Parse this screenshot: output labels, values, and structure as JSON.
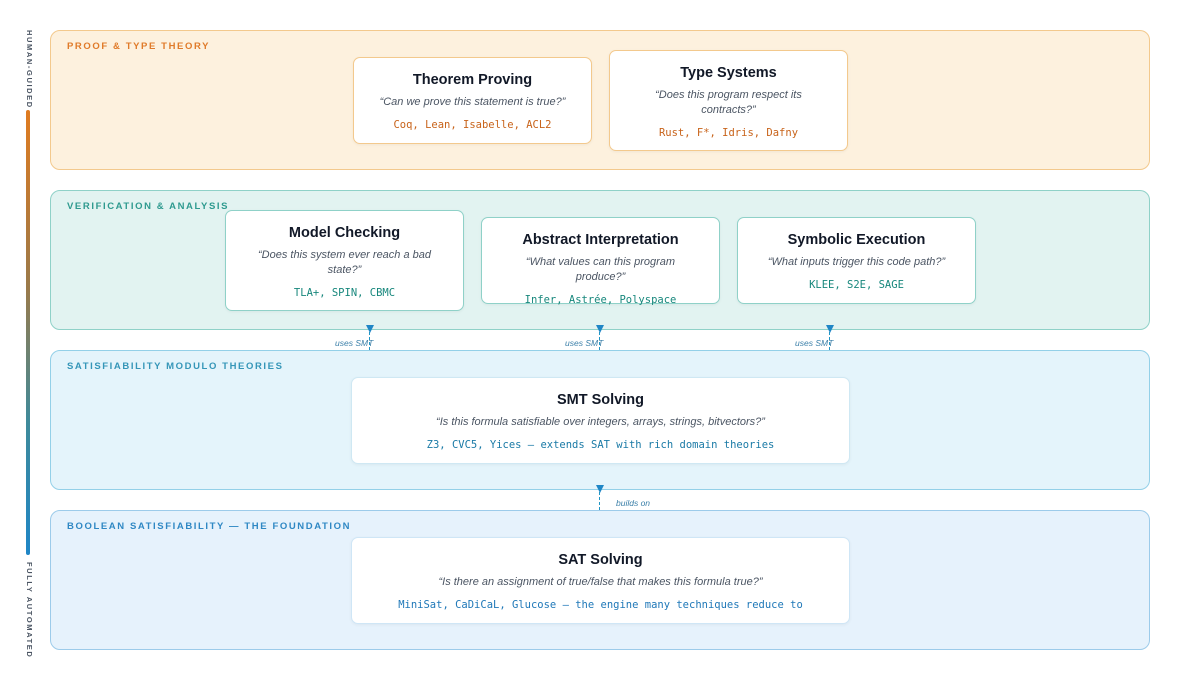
{
  "sidebar": {
    "top_label": "HUMAN-GUIDED",
    "bottom_label": "FULLY AUTOMATED"
  },
  "layers": {
    "proof": {
      "title": "PROOF & TYPE THEORY",
      "cards": [
        {
          "title": "Theorem Proving",
          "question": "“Can we prove this statement is true?”",
          "tools": "Coq, Lean, Isabelle, ACL2"
        },
        {
          "title": "Type Systems",
          "question": "“Does this program respect its contracts?”",
          "tools": "Rust, F*, Idris, Dafny"
        }
      ]
    },
    "verification": {
      "title": "VERIFICATION & ANALYSIS",
      "cards": [
        {
          "title": "Model Checking",
          "question": "“Does this system ever reach a bad state?”",
          "tools": "TLA+, SPIN, CBMC"
        },
        {
          "title": "Abstract Interpretation",
          "question": "“What values can this program produce?”",
          "tools": "Infer, Astrée, Polyspace"
        },
        {
          "title": "Symbolic Execution",
          "question": "“What inputs trigger this code path?”",
          "tools": "KLEE, S2E, SAGE"
        }
      ]
    },
    "smt": {
      "title": "SATISFIABILITY MODULO THEORIES",
      "cards": [
        {
          "title": "SMT Solving",
          "question": "“Is this formula satisfiable over integers, arrays, strings, bitvectors?”",
          "tools": "Z3, CVC5, Yices — extends SAT with rich domain theories"
        }
      ]
    },
    "sat": {
      "title": "BOOLEAN SATISFIABILITY — THE FOUNDATION",
      "cards": [
        {
          "title": "SAT Solving",
          "question": "“Is there an assignment of true/false that makes this formula true?”",
          "tools": "MiniSat, CaDiCaL, Glucose — the engine many techniques reduce to"
        }
      ]
    }
  },
  "connectors": {
    "uses_smt": [
      "uses SMT",
      "uses SMT",
      "uses SMT"
    ],
    "builds_on": "builds on"
  },
  "colors": {
    "proof": "#e07b2a",
    "verification": "#2e9a8f",
    "smt": "#3596b8",
    "sat": "#2f88c4",
    "arrow": "#1f86c6"
  }
}
